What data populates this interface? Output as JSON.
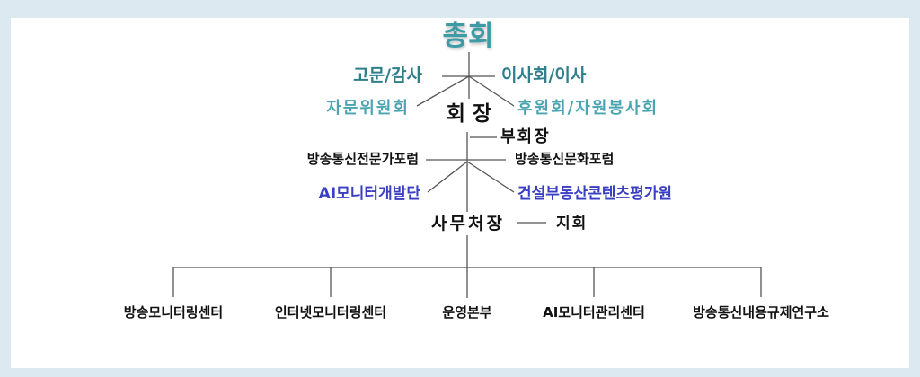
{
  "colors": {
    "top": "#3d9ba6",
    "teal": "#2f7f8a",
    "lightteal": "#4aa4b1",
    "blue": "#3a3fc2",
    "black": "#111111",
    "line": "#555555"
  },
  "top": {
    "general_assembly": "총회"
  },
  "upper": {
    "advisors": "고문/감사",
    "board": "이사회/이사",
    "advisory_committee": "자문위원회",
    "supporters": "후원회/자원봉사회"
  },
  "chair": {
    "president": "회 장",
    "vice_president": "부회장"
  },
  "forums": {
    "expert_forum": "방송통신전문가포럼",
    "culture_forum": "방송통신문화포럼"
  },
  "groups": {
    "ai_dev": "AI모니터개발단",
    "construction": "건설부동산콘텐츠평가원"
  },
  "secretariat": {
    "secretary_general": "사무처장",
    "branch": "지회"
  },
  "departments": [
    "방송모니터링센터",
    "인터넷모니터링센터",
    "운영본부",
    "AI모니터관리센터",
    "방송통신내용규제연구소"
  ]
}
